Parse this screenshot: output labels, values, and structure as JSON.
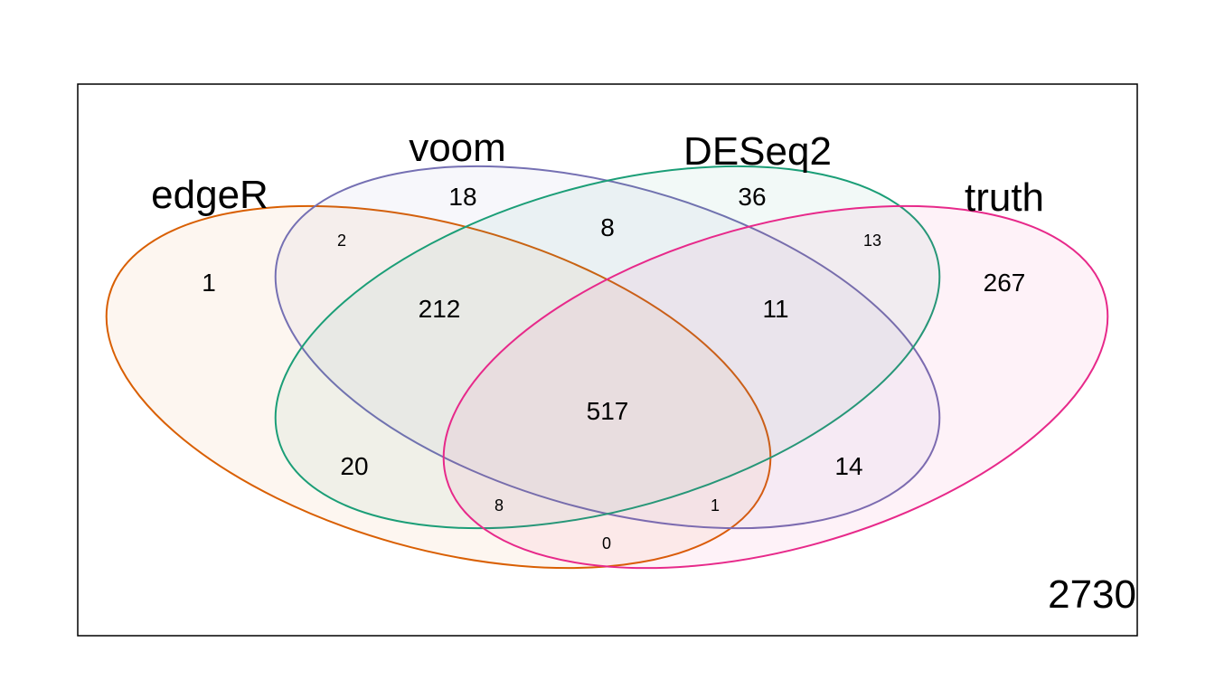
{
  "chart_data": {
    "type": "venn",
    "sets": [
      {
        "name": "edgeR",
        "color": "#D95F02"
      },
      {
        "name": "voom",
        "color": "#7570B3"
      },
      {
        "name": "DESeq2",
        "color": "#1B9E77"
      },
      {
        "name": "truth",
        "color": "#E7298A"
      }
    ],
    "regions": {
      "edgeR_only": 1,
      "voom_only": 18,
      "DESeq2_only": 36,
      "truth_only": 267,
      "edgeR_voom": 2,
      "voom_DESeq2": 8,
      "DESeq2_truth": 13,
      "edgeR_voom_DESeq2": 212,
      "voom_DESeq2_truth": 11,
      "all": 517,
      "edgeR_DESeq2": 20,
      "voom_truth": 14,
      "edgeR_DESeq2_truth": 8,
      "edgeR_voom_truth": 1,
      "edgeR_truth": 0,
      "none": 2730
    }
  }
}
